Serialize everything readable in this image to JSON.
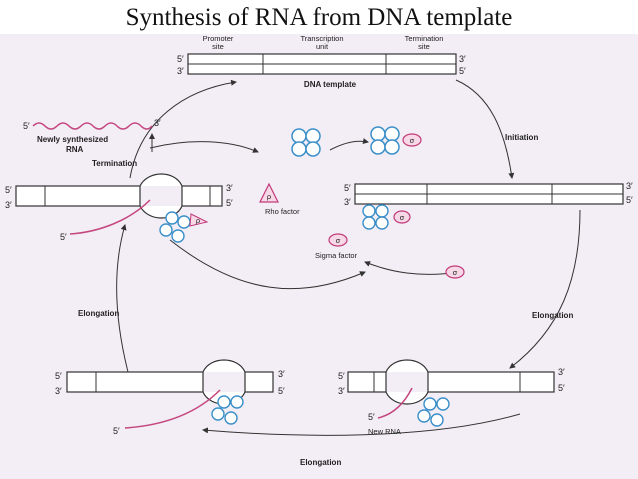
{
  "title": "Synthesis of RNA from DNA template",
  "colors": {
    "paper": "#f3edf5",
    "line": "#333333",
    "rna": "#c4457f",
    "polymerase": "#3a8fc9",
    "sigma": "#c23a7a"
  },
  "ends": {
    "five": "5′",
    "three": "3′"
  },
  "top_dna": {
    "promoter_label": [
      "Promoter",
      "site"
    ],
    "transcription_label": [
      "Transcription",
      "unit"
    ],
    "termination_label": [
      "Termination",
      "site"
    ],
    "caption": "DNA template"
  },
  "labels": {
    "newly_synthesized": [
      "Newly synthesized",
      "RNA"
    ],
    "termination": "Termination",
    "initiation": "Initiation",
    "rho_factor": "Rho factor",
    "rho_symbol": "ρ",
    "sigma_factor": "Sigma factor",
    "sigma_symbol": "σ",
    "elongation_left": "Elongation",
    "elongation_right": "Elongation",
    "elongation_bottom": "Elongation",
    "new_rna": "New RNA"
  }
}
